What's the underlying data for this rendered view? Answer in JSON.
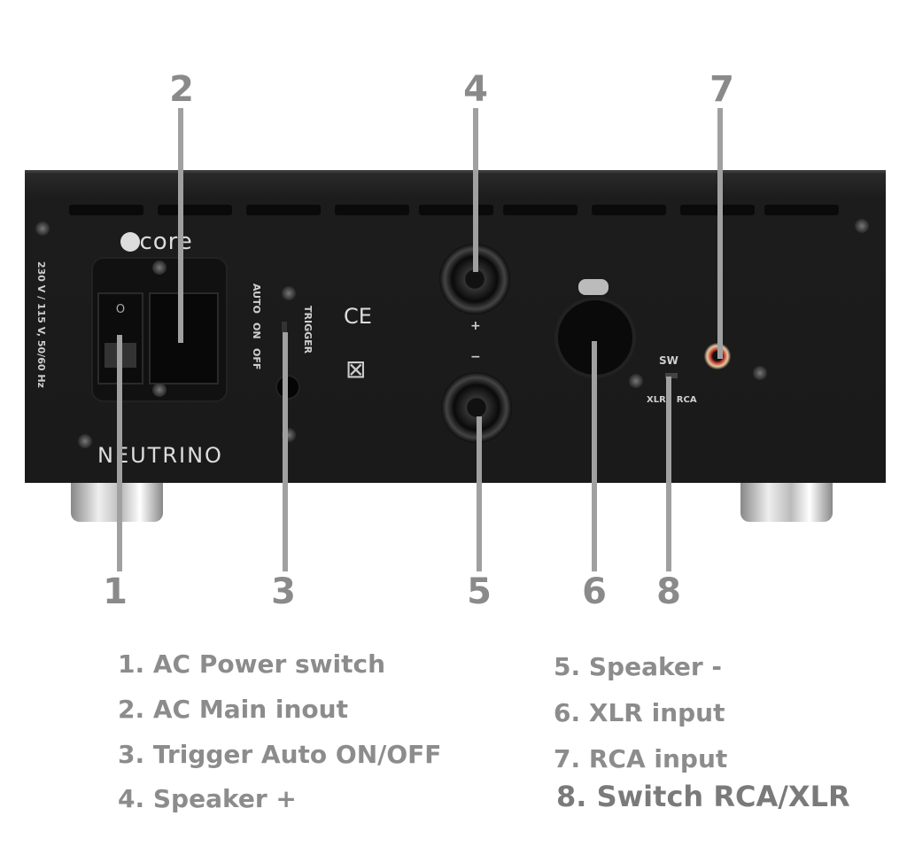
{
  "panel": {
    "brand_logo": "ncore",
    "model_name": "NEUTRINO",
    "voltage_label": "230 V / 115 V, 50/60 Hz",
    "switch_symbol": "O",
    "trigger_label": "TRIGGER",
    "trigger_modes": [
      "AUTO",
      "ON",
      "OFF"
    ],
    "ce_mark": "CE",
    "plus_label": "+",
    "minus_label": "−",
    "sw_label": "SW",
    "sw_xlr": "XLR",
    "sw_rca": "RCA"
  },
  "callouts": [
    "1",
    "2",
    "3",
    "4",
    "5",
    "6",
    "7",
    "8"
  ],
  "legend": [
    "1. AC Power switch",
    "2. AC Main inout",
    "3. Trigger Auto ON/OFF",
    "4. Speaker +",
    "5. Speaker -",
    "6. XLR input",
    "7. RCA input",
    "8. Switch RCA/XLR"
  ],
  "colors": {
    "callout": "#8a8a8a",
    "panel": "#1a1a1a",
    "rca_ring": "#c0302a"
  }
}
